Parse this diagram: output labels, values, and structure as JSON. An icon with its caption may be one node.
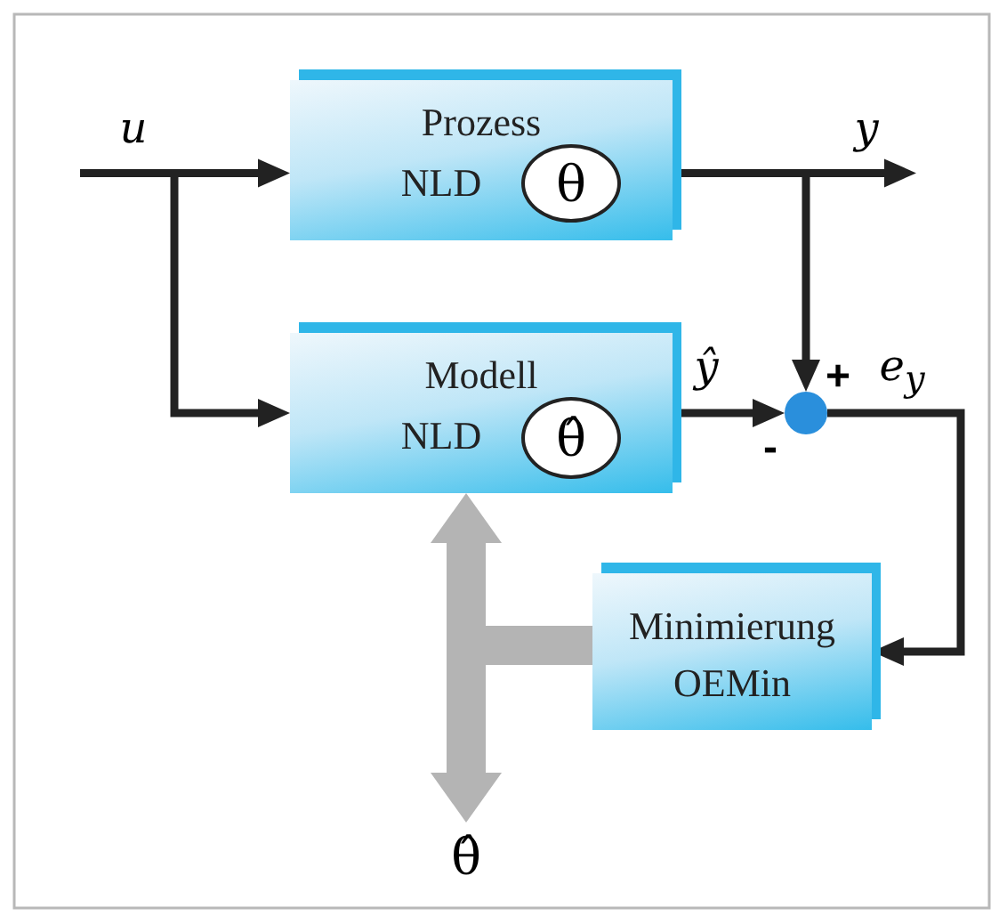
{
  "diagram": {
    "nodes": [
      {
        "text": [
          "Prozess",
          "NLD"
        ]
      },
      {
        "text": [
          "θ"
        ],
        "in": 0
      },
      {
        "text": [
          "Modell",
          "NLD"
        ]
      },
      {
        "text": [
          "θ̂"
        ],
        "in": 2
      },
      {
        "text": [],
        "shape": "circle"
      },
      {
        "text": [
          "Minimierung",
          "OEMin"
        ]
      },
      {
        "text": [
          "θ̂"
        ]
      }
    ],
    "edges": [
      {
        "from": null,
        "to": 0,
        "arrow": "to",
        "label": "u"
      },
      {
        "from": null,
        "to": 2,
        "arrow": "to"
      },
      {
        "from": 0,
        "to": null,
        "arrow": "to",
        "label": "y"
      },
      {
        "from": 0,
        "to": 4,
        "arrow": "to"
      },
      {
        "from": 2,
        "to": 4,
        "arrow": "to",
        "label": "ŷ"
      },
      {
        "from": 4,
        "to": 5,
        "arrow": "to",
        "label": "e$_{y}$"
      },
      {
        "from": 5,
        "to": 2,
        "arrow": "to",
        "style": "thick",
        "color": "#b4b4b4"
      },
      {
        "from": 5,
        "to": 6,
        "arrow": "to",
        "style": "thick",
        "color": "#b4b4b4"
      }
    ],
    "labels": [
      "+",
      "-"
    ]
  }
}
